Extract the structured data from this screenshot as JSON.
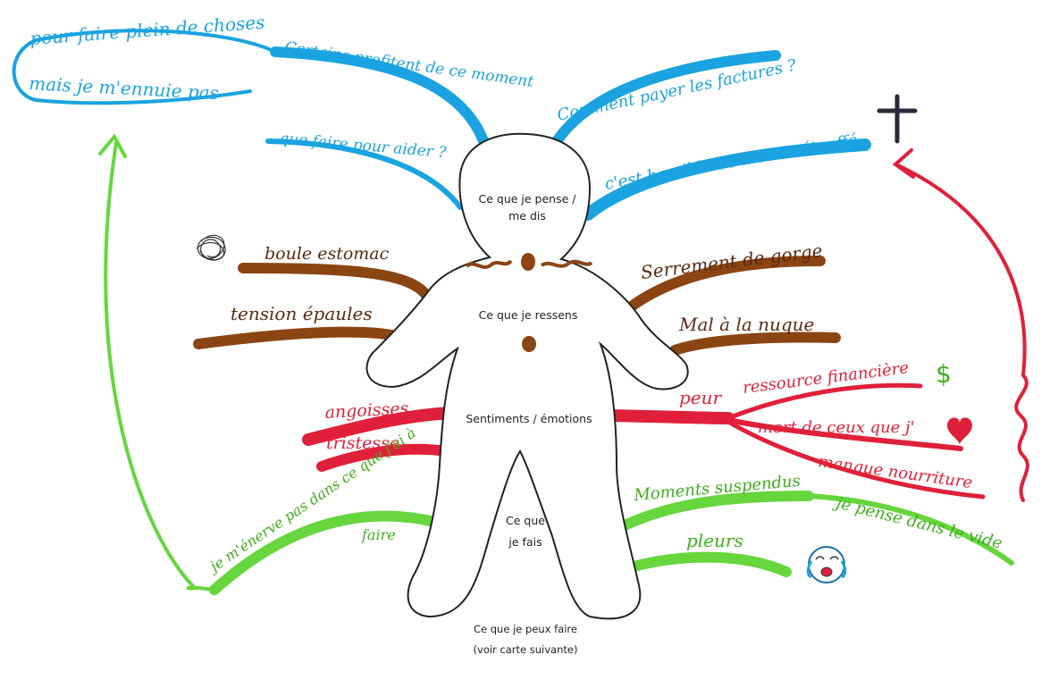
{
  "colors": {
    "blue": "#1aa3e0",
    "brown": "#8b4513",
    "red": "#e0203a",
    "green": "#66d63c",
    "outline": "#222222",
    "dark": "#2a2a3a"
  },
  "body_labels": {
    "head": [
      "Ce que je pense /",
      "me dis"
    ],
    "chest": "Ce que je ressens",
    "belly": "Sentiments / émotions",
    "legs": [
      "Ce que",
      "je fais"
    ],
    "below": [
      "Ce que je peux faire",
      "(voir carte suivante)"
    ]
  },
  "thoughts": {
    "left_top": "pour faire plein de choses",
    "left_bottom": "mais je m'ennuie pas",
    "certain": "Certains profitent de ce moment",
    "que_faire": "que faire pour aider ?",
    "factures": "Comment payer les factures ?",
    "horrible": "c'est horrible de mourir étouffé"
  },
  "sensations": {
    "boule": "boule estomac",
    "tension": "tension épaules",
    "serrement": "Serrement de gorge",
    "mal": "Mal à la nuque"
  },
  "emotions": {
    "angoisses": "angoisses",
    "tristesse": "tristesse",
    "peur": "peur",
    "ressource": "ressource financière",
    "mort": "mort de ceux que j'",
    "manque": "manque nourriture"
  },
  "actions": {
    "memorise": [
      "je m'énerve pas dans ce que j'ai à",
      "faire"
    ],
    "moments": "Moments suspendus",
    "pense": "je pense dans le vide",
    "pleurs": "pleurs"
  },
  "icons": {
    "scribble": "tangled-scribble-icon",
    "cross": "cross-icon",
    "dollar": "$",
    "heart": "heart-icon",
    "crying": "crying-face-icon"
  }
}
